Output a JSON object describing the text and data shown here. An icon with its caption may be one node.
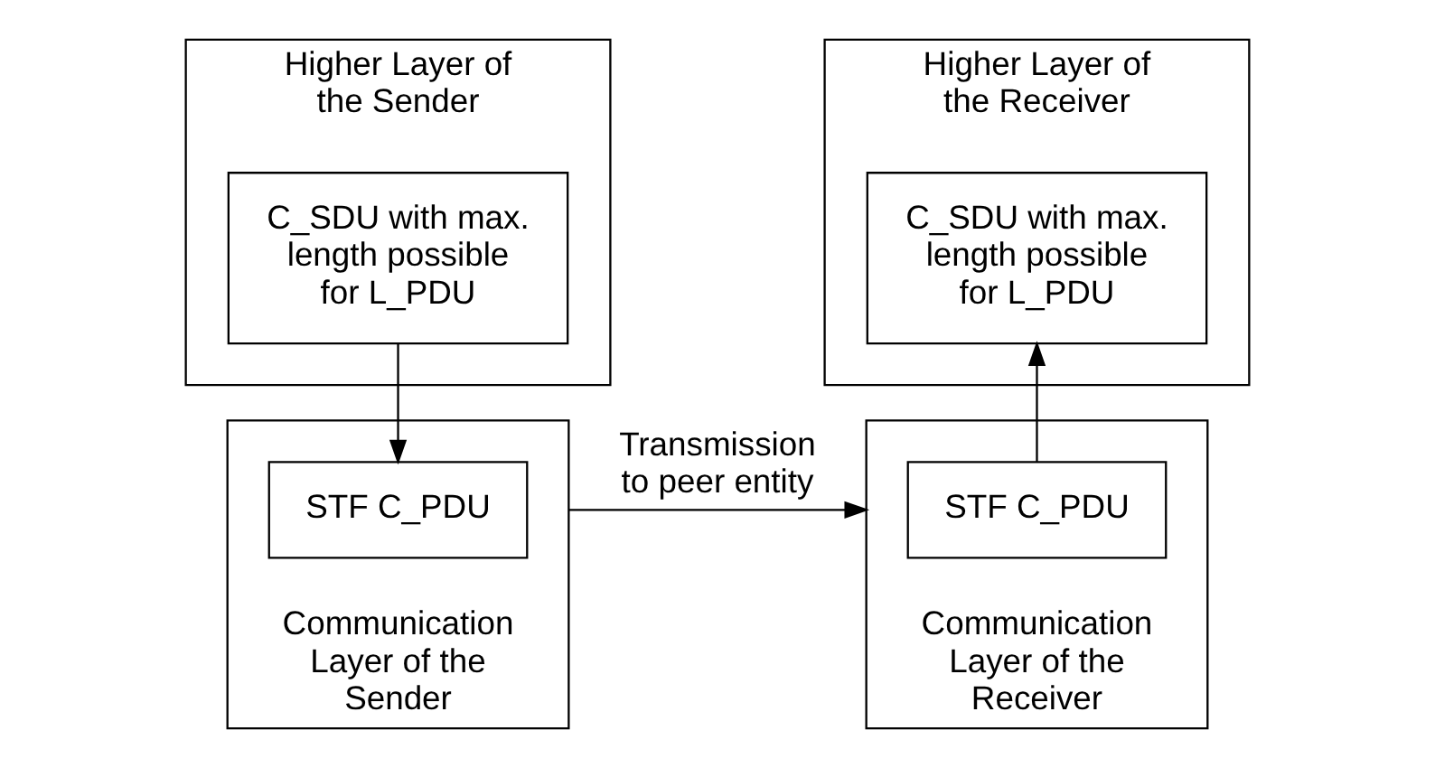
{
  "diagram": {
    "nodes": [
      {
        "text": [
          "Higher Layer of the Sender"
        ]
      },
      {
        "text": [
          "C_SDU with max. length possible for L_PDU"
        ],
        "in": 0
      },
      {
        "text": [
          "Communication Layer of the Sender"
        ]
      },
      {
        "text": [
          "STF C_PDU"
        ],
        "in": 2
      },
      {
        "text": [
          "Higher Layer of the Receiver"
        ]
      },
      {
        "text": [
          "C_SDU with max. length possible for L_PDU"
        ],
        "in": 4
      },
      {
        "text": [
          "Communication Layer of the Receiver"
        ]
      },
      {
        "text": [
          "STF C_PDU"
        ],
        "in": 6
      }
    ],
    "edges": [
      {
        "from": 1,
        "to": 3,
        "arrow": "to"
      },
      {
        "from": 2,
        "to": 6,
        "arrow": "to",
        "label": "Transmission to peer entity"
      },
      {
        "from": 7,
        "to": 5,
        "arrow": "to"
      }
    ]
  }
}
